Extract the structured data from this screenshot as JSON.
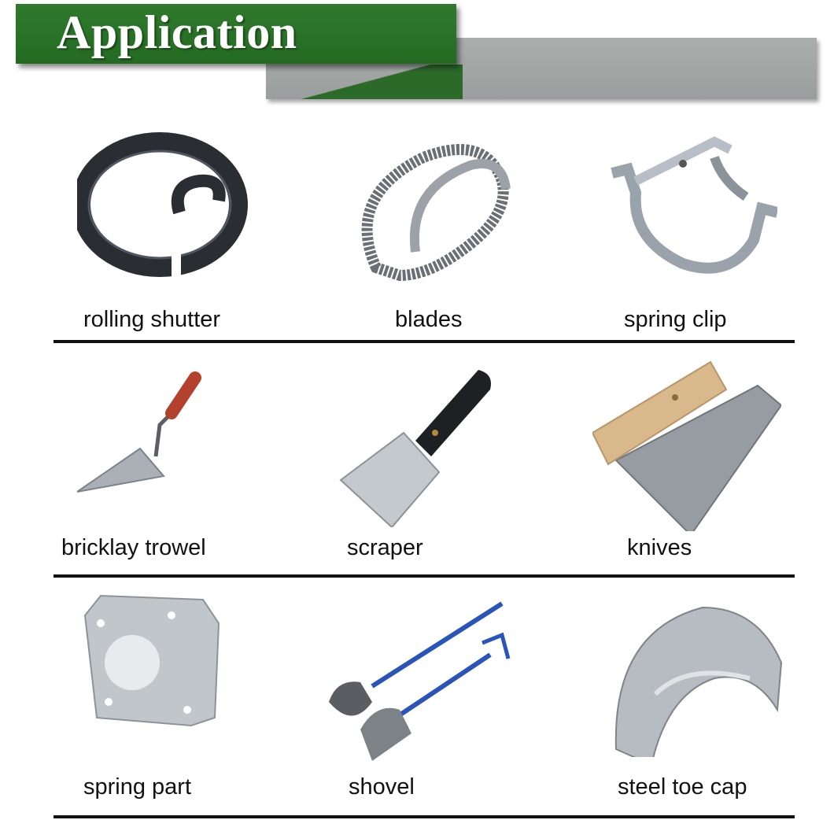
{
  "header": {
    "title": "Application"
  },
  "items": [
    {
      "label": "rolling shutter",
      "icon": "rolling-shutter-spring-icon"
    },
    {
      "label": "blades",
      "icon": "band-saw-blade-icon"
    },
    {
      "label": "spring clip",
      "icon": "spring-clip-icon"
    },
    {
      "label": "bricklay trowel",
      "icon": "trowel-icon"
    },
    {
      "label": "scraper",
      "icon": "scraper-icon"
    },
    {
      "label": "knives",
      "icon": "taping-knife-icon"
    },
    {
      "label": "spring part",
      "icon": "spring-bracket-icon"
    },
    {
      "label": "shovel",
      "icon": "shovel-icon"
    },
    {
      "label": "steel toe cap",
      "icon": "steel-toe-cap-icon"
    }
  ],
  "colors": {
    "banner_green": "#2b742a",
    "banner_grey": "#a3a7a6",
    "divider": "#111111"
  }
}
